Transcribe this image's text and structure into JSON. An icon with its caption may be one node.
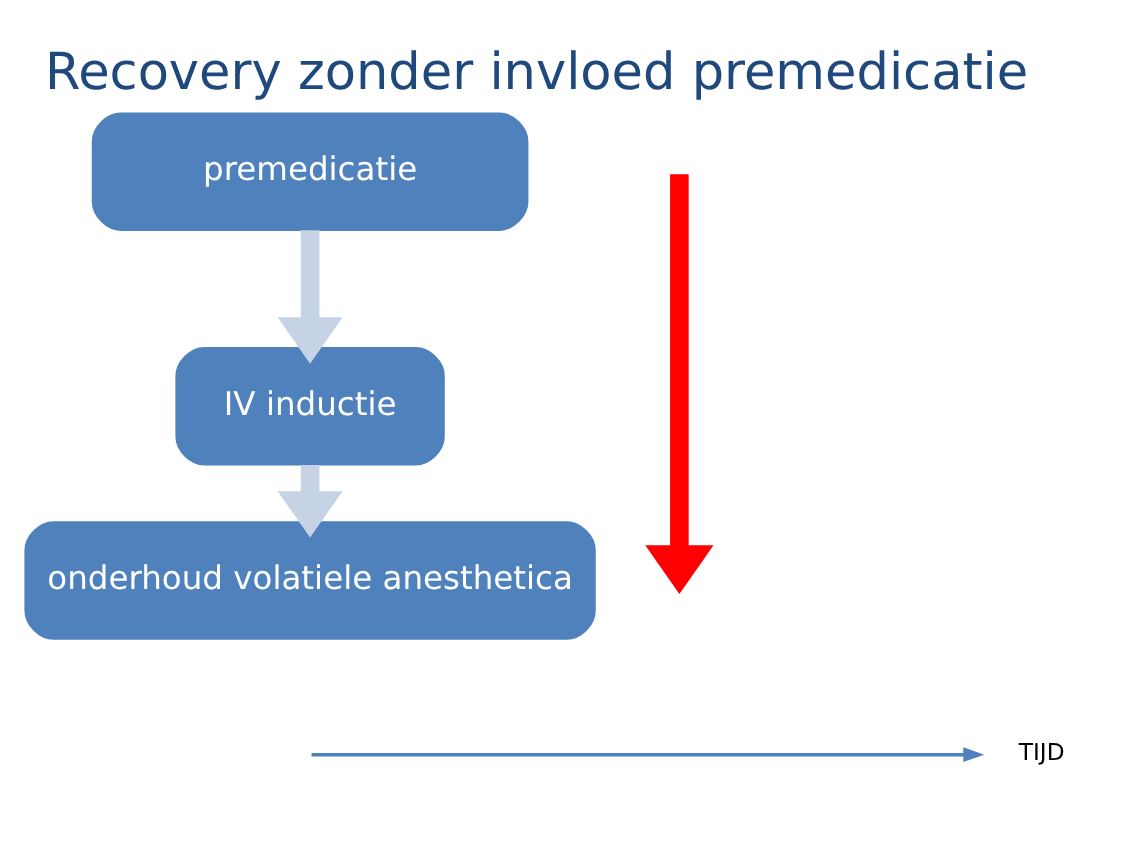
{
  "diagram": {
    "title": "Recovery zonder invloed premedicatie",
    "nodes": [
      {
        "text": [
          "premedicatie"
        ]
      },
      {
        "text": [
          "IV inductie"
        ]
      },
      {
        "text": [
          "onderhoud volatiele anesthetica"
        ]
      }
    ],
    "edges": [
      {
        "from": 0,
        "to": 1,
        "arrow": "to"
      },
      {
        "from": 1,
        "to": 2,
        "arrow": "to"
      }
    ],
    "labels": [
      "TIJD"
    ]
  }
}
